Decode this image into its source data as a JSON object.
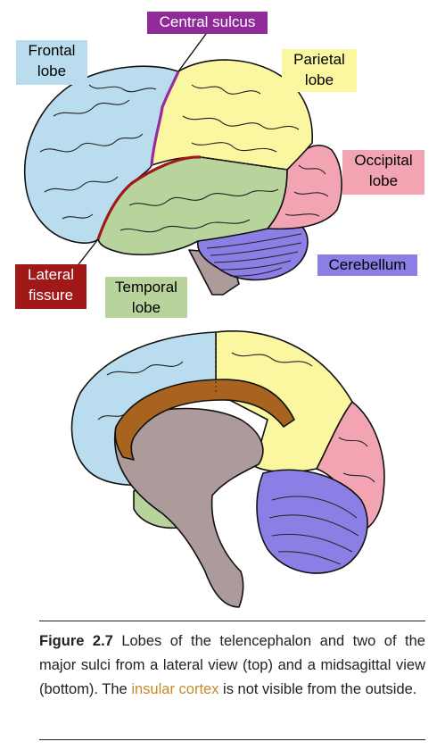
{
  "labels": {
    "central_sulcus": "Central sulcus",
    "frontal": [
      "Frontal",
      "lobe"
    ],
    "parietal": [
      "Parietal",
      "lobe"
    ],
    "occipital": [
      "Occipital",
      "lobe"
    ],
    "cerebellum": "Cerebellum",
    "lateral_fissure": [
      "Lateral",
      "fissure"
    ],
    "temporal": [
      "Temporal",
      "lobe"
    ]
  },
  "caption": {
    "figure_number": "Figure 2.7",
    "text_before": " Lobes of the telencephalon and two of the major sulci from a lateral view (top) and a midsagittal view (bottom). The ",
    "link": "insular cortex",
    "text_after": " is not visible from the outside."
  },
  "colors": {
    "frontal": "#b9dcef",
    "parietal": "#fbf6a0",
    "occipital": "#f3a4b3",
    "temporal": "#b8d39c",
    "cerebellum": "#8b7fe6",
    "brainstem": "#ad9a9a",
    "corpus_callosum": "#a8641e",
    "central_sulcus": "#9a2b9e",
    "lateral_fissure": "#a01818",
    "label_central": "#8f2a98",
    "label_frontal": "#b9dcef",
    "label_parietal": "#fbf6a0",
    "label_occipital": "#f3a4b3",
    "label_cerebellum": "#8b7fe6",
    "label_lateral": "#a01818",
    "label_temporal": "#b8d39c",
    "caption_link": "#c58a2a"
  }
}
